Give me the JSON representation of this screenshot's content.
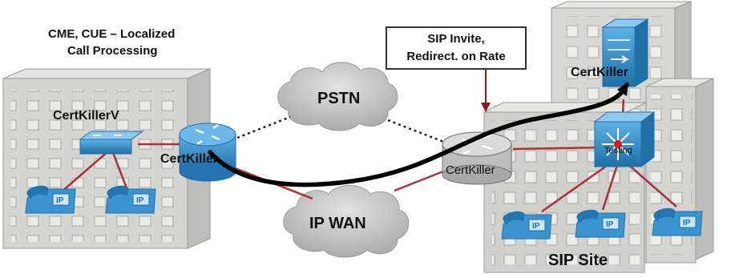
{
  "labels": {
    "left_site_title_line1": "CME, CUE – Localized",
    "left_site_title_line2": "Call Processing",
    "left_building": "CertKillerV",
    "left_router": "CertKiller",
    "pstn": "PSTN",
    "ip_wan": "IP WAN",
    "center_router": "CertKiller",
    "callout_line1": "SIP Invite,",
    "callout_line2": "Redirect. on Rate",
    "server": "CertKiller",
    "switch_label": "Testing",
    "right_site": "SIP Site"
  },
  "colors": {
    "building": "#d4d4d0",
    "building_edge": "#9a9a96",
    "window": "#e9e9e6",
    "cisco_blue": "#2a86c8",
    "phone_blue": "#3b93cf",
    "cloud": "#c9c9c9",
    "link_red": "#a8323a",
    "sip_path": "#000000"
  }
}
